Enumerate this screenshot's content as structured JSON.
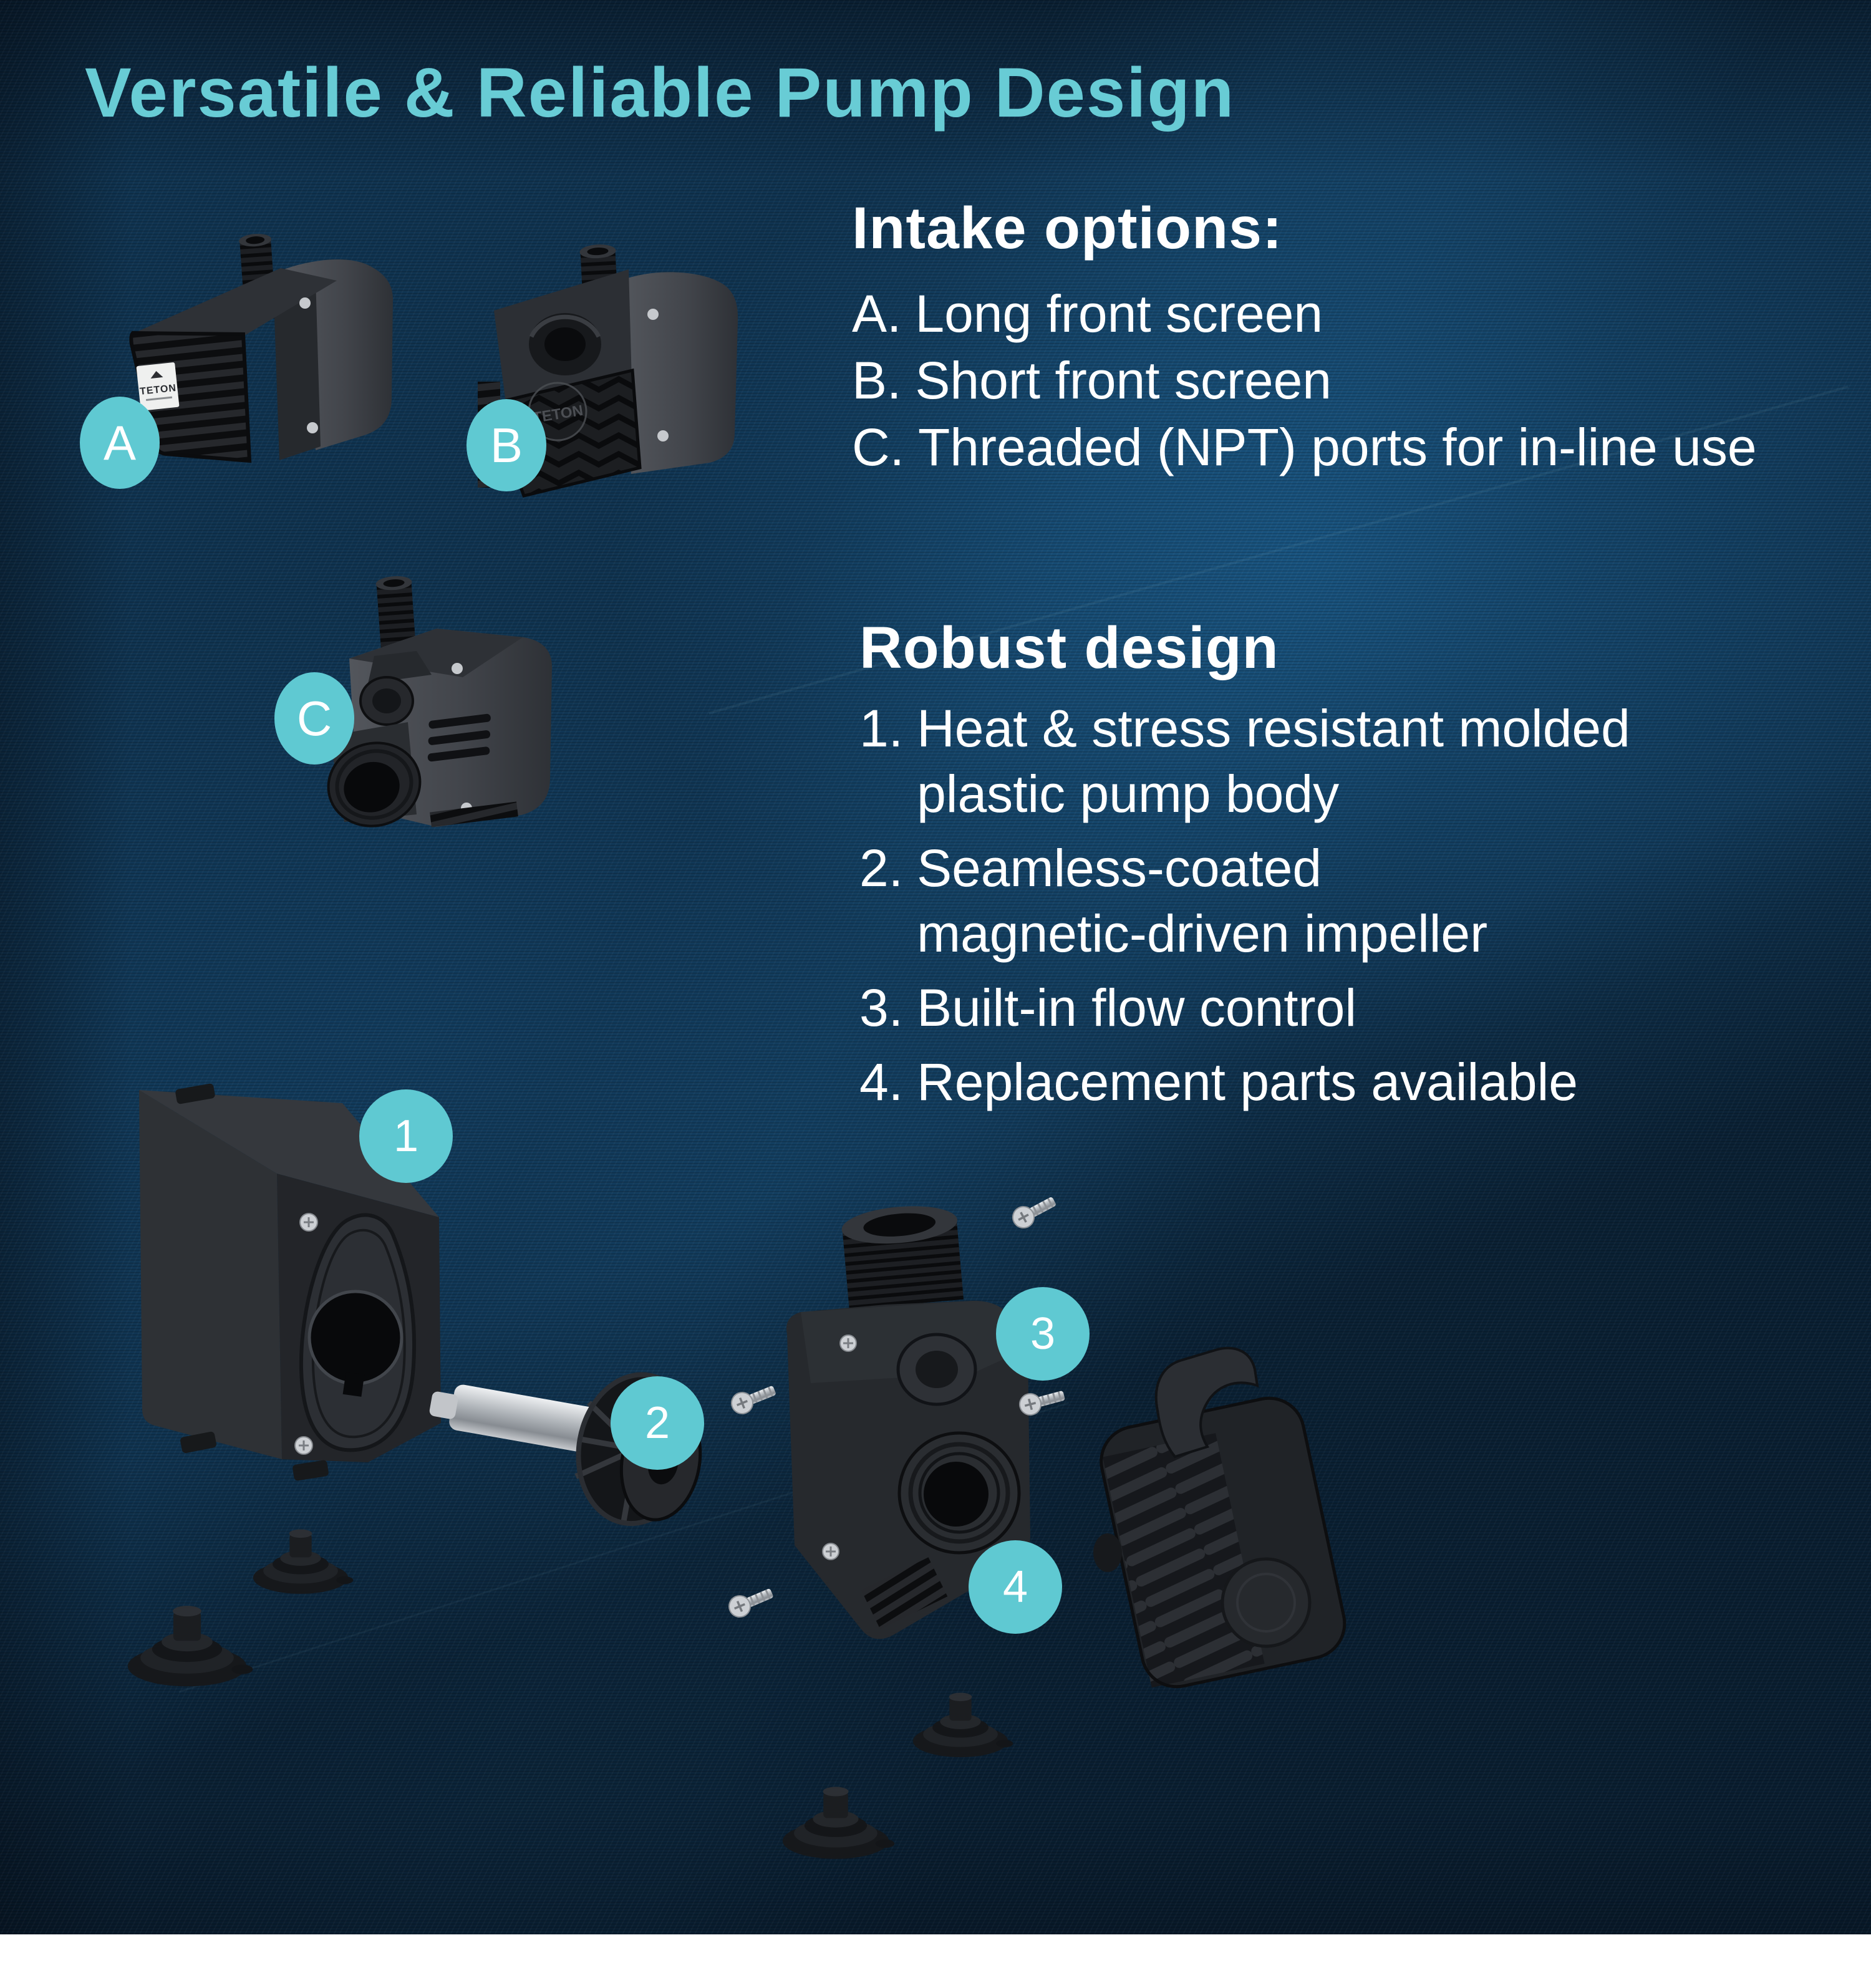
{
  "page": {
    "title": "Versatile & Reliable Pump Design"
  },
  "colors": {
    "accent_teal": "#5fc9d2",
    "title_teal": "#68ccd5",
    "background_navy": "#0f3350",
    "text_white": "#ffffff",
    "footer_white": "#ffffff"
  },
  "intake_options": {
    "heading": "Intake options:",
    "items": [
      {
        "label": "A.",
        "text": "Long front screen"
      },
      {
        "label": "B.",
        "text": "Short front screen"
      },
      {
        "label": "C.",
        "text": "Threaded (NPT) ports for in-line use"
      }
    ]
  },
  "robust_design": {
    "heading": "Robust design",
    "items": [
      {
        "label": "1.",
        "text": "Heat & stress resistant molded\nplastic pump body"
      },
      {
        "label": "2.",
        "text": "Seamless-coated\nmagnetic-driven impeller"
      },
      {
        "label": "3.",
        "text": "Built-in flow control"
      },
      {
        "label": "4.",
        "text": "Replacement parts available"
      }
    ]
  },
  "badges": {
    "pump_a": "A",
    "pump_b": "B",
    "pump_c": "C",
    "part_1": "1",
    "part_2": "2",
    "part_3": "3",
    "part_4": "4"
  },
  "brand": {
    "pump_label": "TETON"
  }
}
